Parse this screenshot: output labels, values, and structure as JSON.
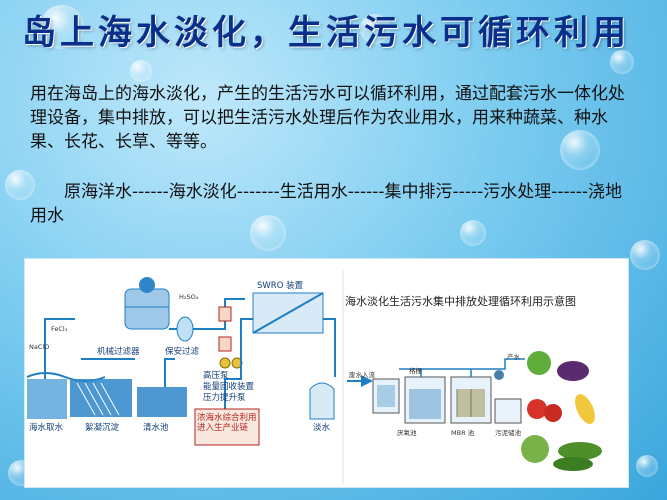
{
  "title": "岛上海水淡化，生活污水可循环利用",
  "paragraph1": "用在海岛上的海水淡化，产生的生活污水可以循环利用，通过配套污水一体化处理设备，集中排放，可以把生活污水处理后作为农业用水，用来种蔬菜、种水果、长花、长草、等等。",
  "paragraph2": "原海洋水------海水淡化-------生活用水------集中排污-----污水处理------浇地用水",
  "figure": {
    "caption": "海水淡化生活污水集中排放处理循环利用示意图",
    "labels": {
      "intake": "海水取水",
      "sedimentation": "絮凝沉淀",
      "clear_tank": "清水池",
      "mech_filter": "机械过滤器",
      "security_filter": "保安过滤",
      "swro": "SWRO 装置",
      "hp_pump": "高压泵\n能量回收装置\n压力提升泵",
      "fresh_water": "淡水",
      "brine": "浓海水综合利用进入生产业链",
      "chem1": "NaClO",
      "chem2": "FeCl₃",
      "chem3": "H₂SO₄",
      "sewage_in": "废水入流",
      "grille": "格栅",
      "anoxic": "厌氧池",
      "mbr": "MBR 池",
      "sludge": "污泥储池",
      "product": "产水"
    }
  },
  "colors": {
    "title": "#0a2f8a",
    "pipe": "#1f7fc4",
    "tank": "#2e86c9",
    "accent_red": "#b3261e"
  }
}
